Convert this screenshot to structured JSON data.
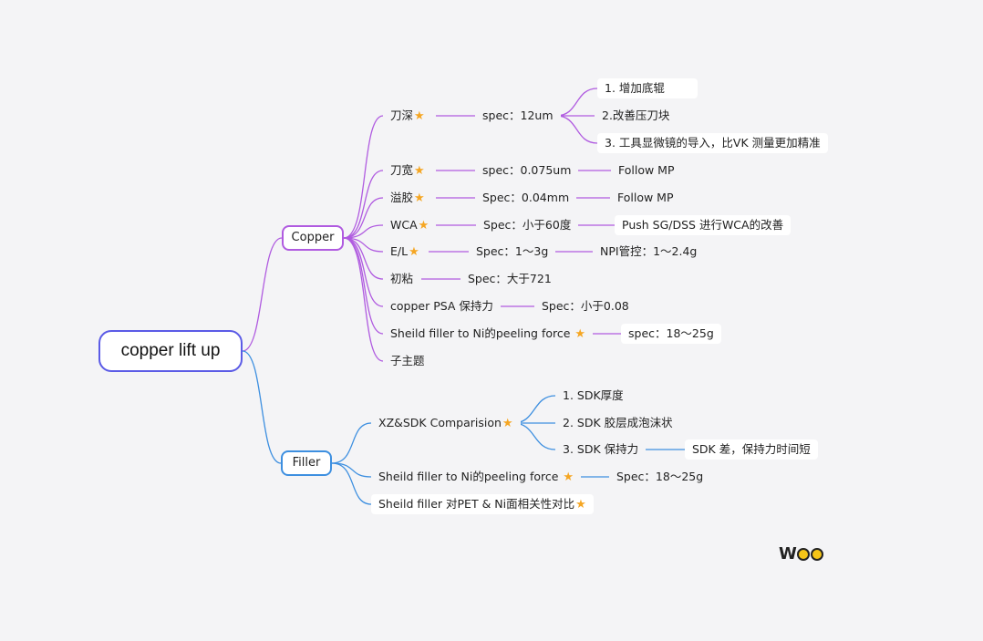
{
  "root": "copper lift up",
  "copper": {
    "label": "Copper",
    "items": [
      {
        "label": "刀深",
        "spec": "spec：12um",
        "subs": [
          "1.  增加底辊",
          "2.改善压刀块",
          "3.  工具显微镜的导入，比VK 测量更加精准"
        ]
      },
      {
        "label": "刀宽",
        "spec": "spec：0.075um",
        "note": "Follow MP"
      },
      {
        "label": "溢胶",
        "spec": "Spec：0.04mm",
        "note": "Follow MP"
      },
      {
        "label": "WCA",
        "spec": "Spec：小于60度",
        "note": "Push SG/DSS 进行WCA的改善"
      },
      {
        "label": "E/L",
        "spec": "Spec：1～3g",
        "note": "NPI管控：1～2.4g"
      },
      {
        "label": "初粘",
        "spec": "Spec：大于721"
      },
      {
        "label": "copper PSA 保持力",
        "spec": "Spec：小于0.08"
      },
      {
        "label": "Sheild filler to Ni的peeling force",
        "spec": "spec：18～25g"
      },
      {
        "label": "子主题"
      }
    ]
  },
  "filler": {
    "label": "Filler",
    "items": [
      {
        "label": "XZ&SDK Comparision",
        "subs": [
          "1.  SDK厚度",
          "2.  SDK 胶层成泡沫状",
          "3.  SDK 保持力"
        ],
        "sub3note": "SDK 差，保持力时间短"
      },
      {
        "label": "Sheild filler to Ni的peeling force ",
        "spec": "Spec：18～25g"
      },
      {
        "label": "Sheild filler 对PET & Ni面相关性对比"
      }
    ]
  },
  "star_icon": "star-icon",
  "logo": "WOO",
  "colors": {
    "copper_branch": "#b05be0",
    "filler_branch": "#3d8fe0",
    "root_border": "#5b5be6",
    "star": "#f5a623"
  }
}
